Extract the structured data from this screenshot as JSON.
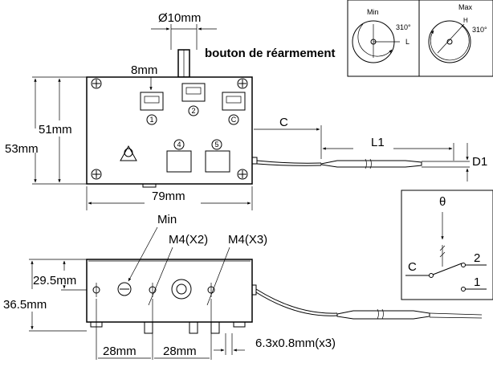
{
  "top_view": {
    "diameter_label": "Ø10mm",
    "reset_button_label": "bouton de réarmement",
    "offset_label": "8mm",
    "height_inner_label": "51mm",
    "height_outer_label": "53mm",
    "width_label": "79mm",
    "terminal_labels": [
      "1",
      "2",
      "C",
      "4",
      "5"
    ]
  },
  "probe": {
    "c_label": "C",
    "l1_label": "L1",
    "d1_label": "D1"
  },
  "dial": {
    "min_label": "Min",
    "max_label": "Max",
    "angle_min": "310°",
    "angle_max": "310°",
    "l_label": "L",
    "h_label": "H"
  },
  "switch": {
    "theta_label": "θ",
    "c_label": "C",
    "contact_2": "2",
    "contact_1": "1"
  },
  "side_view": {
    "min_label": "Min",
    "m4_x2_label": "M4(X2)",
    "m4_x3_label": "M4(X3)",
    "height_1_label": "29.5mm",
    "height_2_label": "36.5mm",
    "spacing_1_label": "28mm",
    "spacing_2_label": "28mm",
    "tab_label": "6.3x0.8mm(x3)"
  }
}
